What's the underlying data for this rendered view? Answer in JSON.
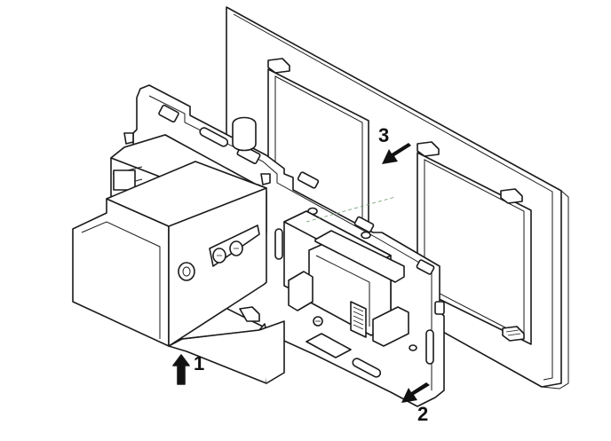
{
  "steps": [
    {
      "number": "1",
      "direction": "up"
    },
    {
      "number": "2",
      "direction": "down-left"
    },
    {
      "number": "3",
      "direction": "down-left"
    }
  ],
  "colors": {
    "line": "#1a1a1a",
    "background": "#ffffff",
    "guide": "#6a9a6a"
  }
}
